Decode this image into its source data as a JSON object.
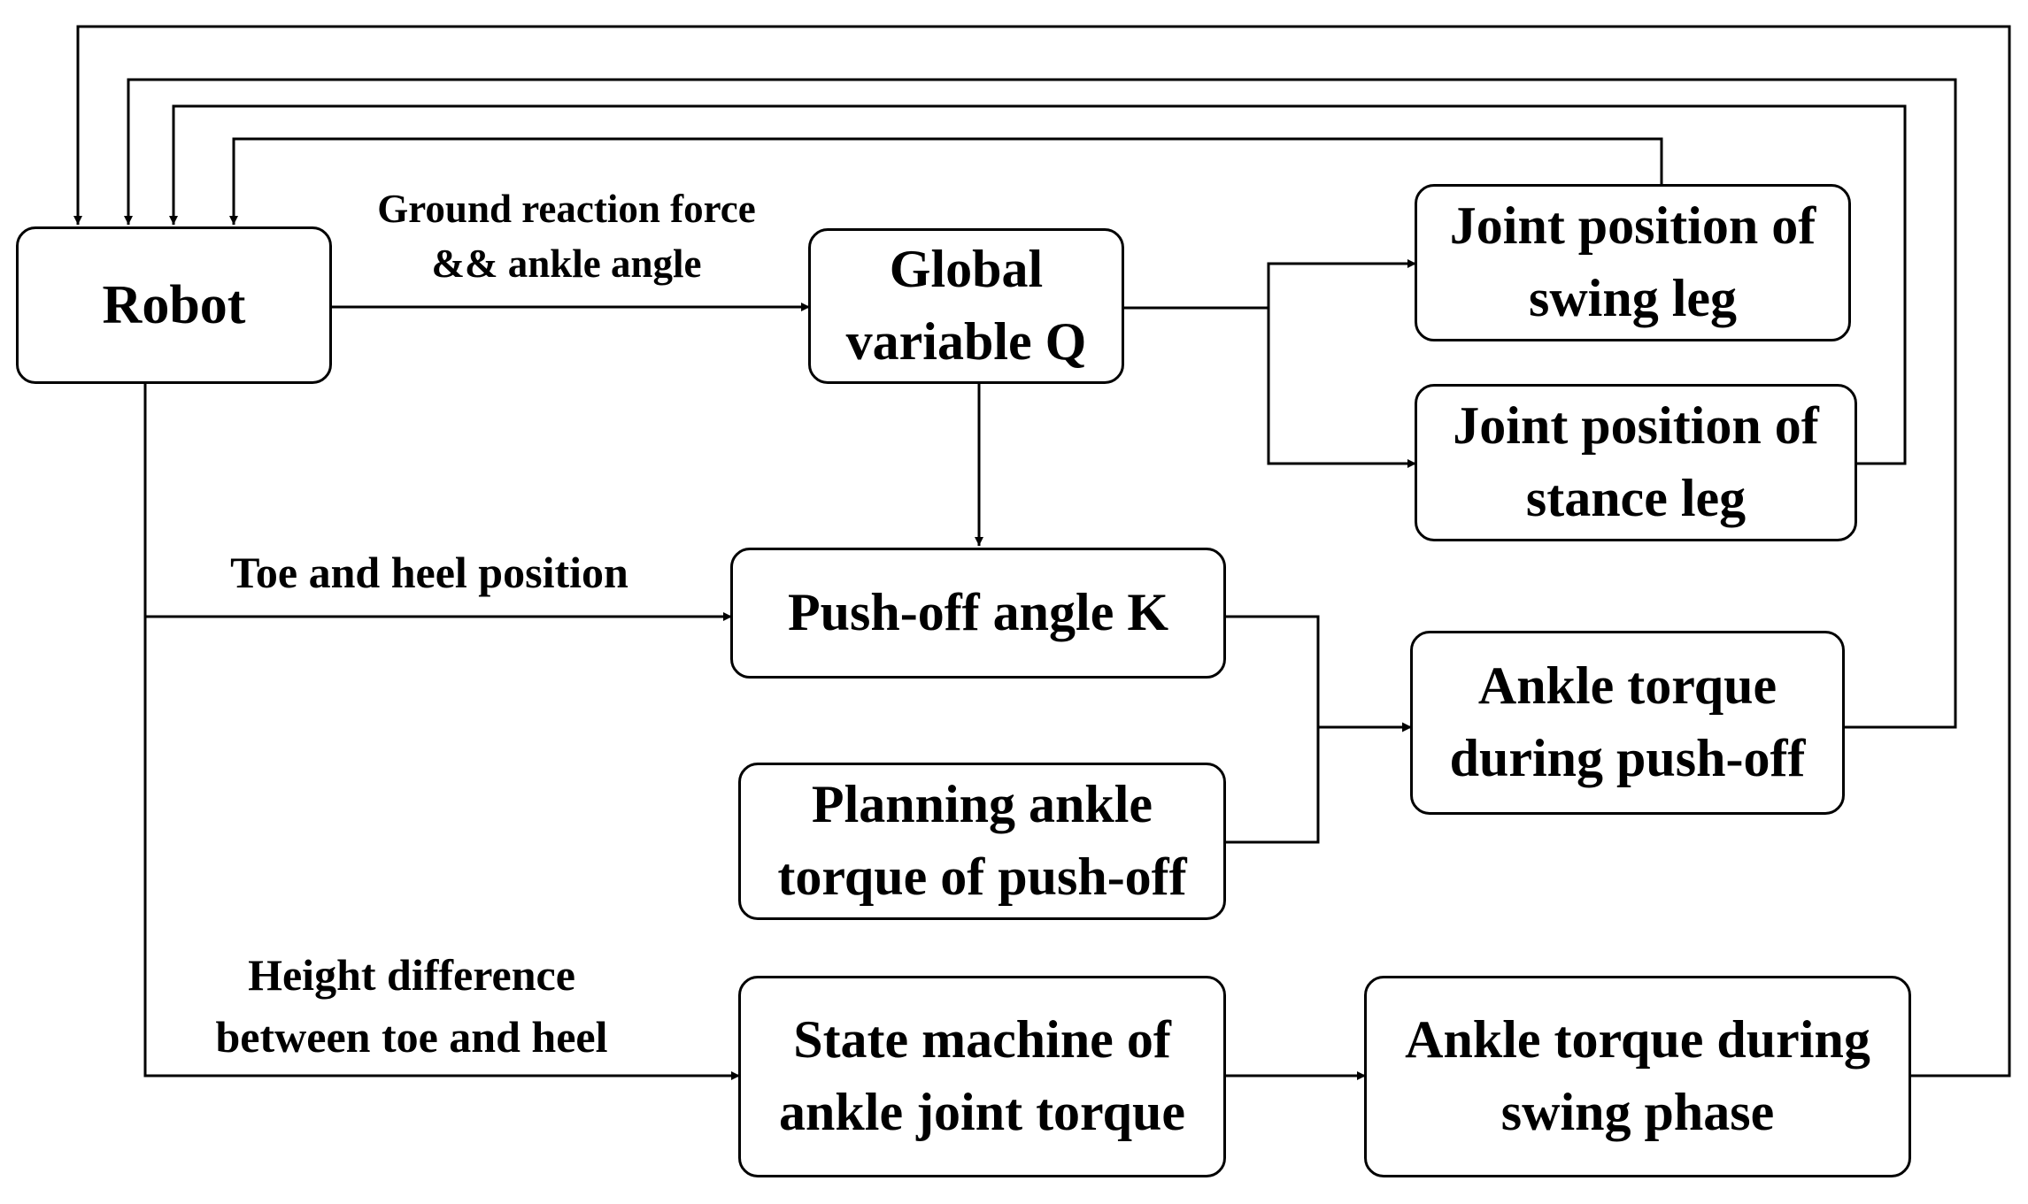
{
  "nodes": {
    "robot": "Robot",
    "global_q": "Global\nvariable Q",
    "swing_joint": "Joint position of\nswing leg",
    "stance_joint": "Joint position of\nstance leg",
    "pushoff_angle": "Push-off angle K",
    "planning_torque": "Planning ankle\ntorque of push-off",
    "ankle_pushoff": "Ankle torque\nduring push-off",
    "state_machine": "State machine of\nankle joint torque",
    "ankle_swing": "Ankle torque during\nswing phase"
  },
  "edge_labels": {
    "grf": "Ground reaction force\n&& ankle angle",
    "toe_heel": "Toe and heel position",
    "height_diff": "Height difference\nbetween toe and heel"
  },
  "colors": {
    "stroke": "#000000",
    "background": "#ffffff"
  }
}
